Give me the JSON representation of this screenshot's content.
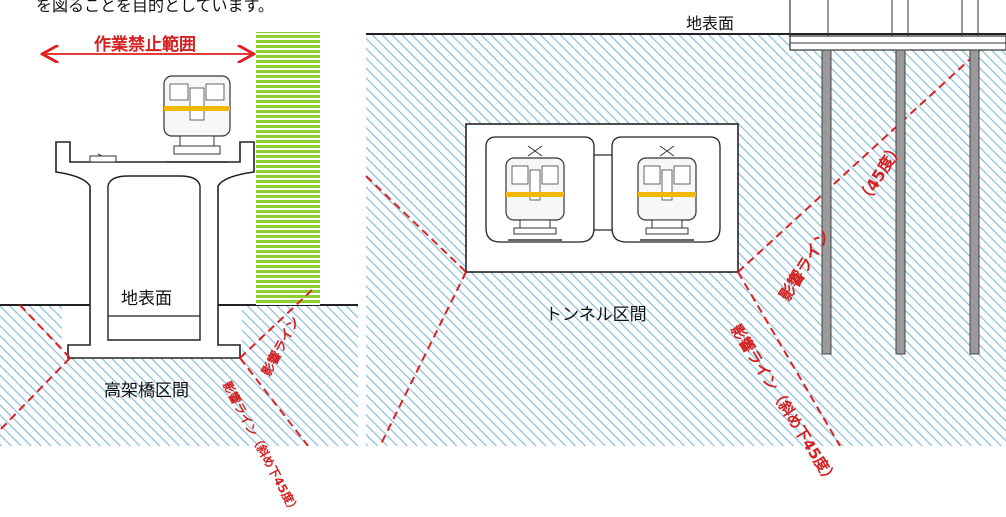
{
  "header_text": "を図ることを目的としています。",
  "labels": {
    "no_work_zone": "作業禁止範囲",
    "ground_surface_right": "地表面",
    "ground_surface_left": "地表面",
    "tunnel_section": "トンネル区間",
    "viaduct_section": "高架橋区間",
    "influence_line_viaduct": "影響ライン",
    "influence_line_viaduct_note": "影響ライン（斜め下45度）",
    "influence_line_tunnel_top": "影響ライン",
    "angle_note": "（45度）",
    "influence_line_tunnel_bottom": "影響ライン（斜め下45度）"
  },
  "colors": {
    "influence_line": "#e02020",
    "hatch": "#7fb8d8",
    "no_work_fill": "#8ccf2e",
    "train_stripe": "#f2b800",
    "structure_line": "#222222"
  }
}
